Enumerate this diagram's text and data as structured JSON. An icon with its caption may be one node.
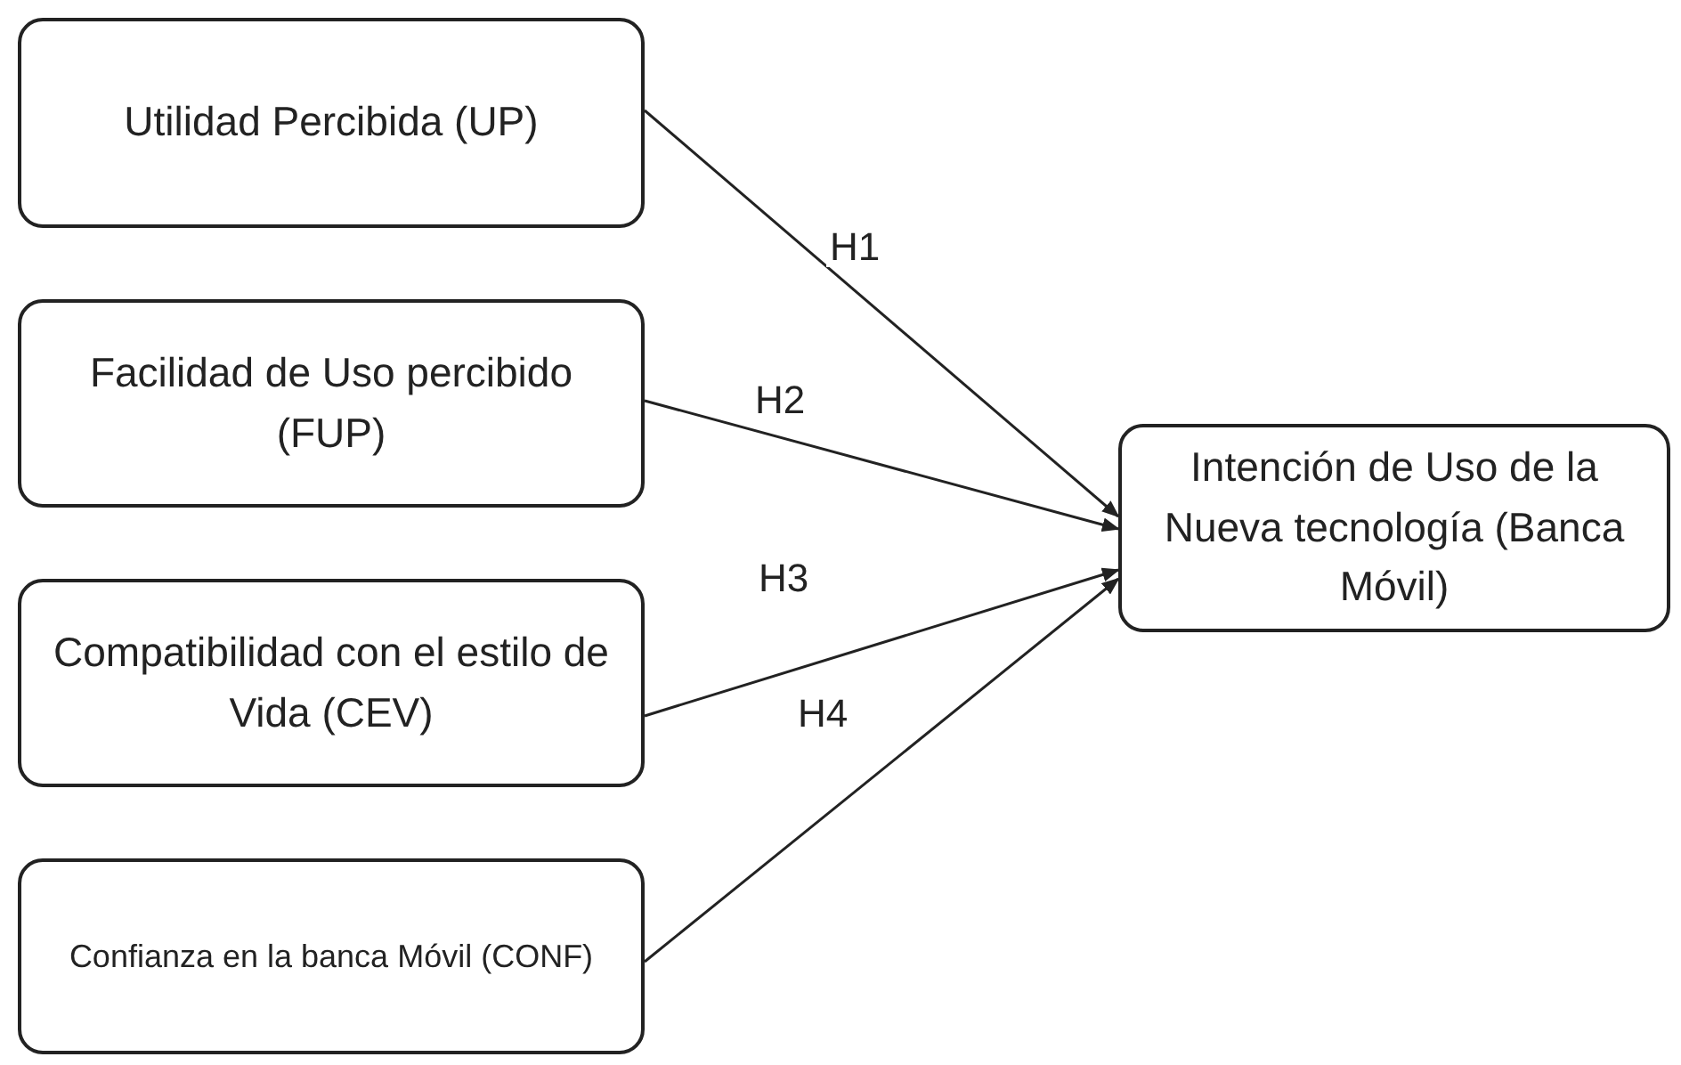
{
  "diagram": {
    "nodes": [
      {
        "text": [
          "Utilidad Percibida (UP)"
        ]
      },
      {
        "text": [
          "Facilidad de Uso percibido (FUP)"
        ]
      },
      {
        "text": [
          "Compatibilidad con el estilo de Vida (CEV)"
        ]
      },
      {
        "text": [
          "Confianza en la banca Móvil (CONF)"
        ]
      },
      {
        "text": [
          "Intención de Uso de la Nueva tecnología (Banca Móvil)"
        ]
      }
    ],
    "edges": [
      {
        "from": 0,
        "to": 4,
        "arrow": "to",
        "label": "H1"
      },
      {
        "from": 1,
        "to": 4,
        "arrow": "to",
        "label": "H2"
      },
      {
        "from": 2,
        "to": 4,
        "arrow": "to",
        "label": "H3"
      },
      {
        "from": 3,
        "to": 4,
        "arrow": "to",
        "label": "H4"
      }
    ]
  }
}
